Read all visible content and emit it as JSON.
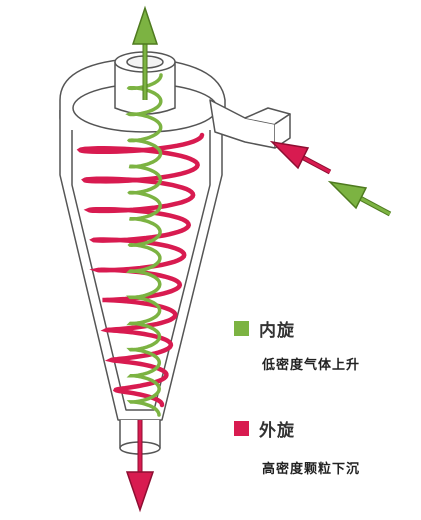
{
  "legend": {
    "inner": {
      "title": "内旋",
      "description": "低密度气体上升",
      "color": "#7cb342"
    },
    "outer": {
      "title": "外旋",
      "description": "高密度颗粒下沉",
      "color": "#d81b50"
    }
  },
  "colors": {
    "inner_arrow_fill": "#7cb342",
    "inner_arrow_stroke": "#4e7a1f",
    "outer_arrow_fill": "#d81b50",
    "outer_arrow_stroke": "#8e0e32",
    "body_outline": "#555555"
  }
}
